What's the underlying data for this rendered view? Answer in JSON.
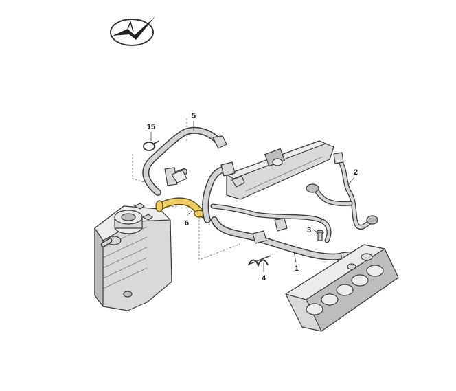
{
  "logo": {
    "icon": "vw-audi-check-emblem-icon"
  },
  "callouts": [
    {
      "id": "c1",
      "label": "1",
      "highlight": false
    },
    {
      "id": "c2",
      "label": "2",
      "highlight": false
    },
    {
      "id": "c3",
      "label": "3",
      "highlight": false
    },
    {
      "id": "c4",
      "label": "4",
      "highlight": false
    },
    {
      "id": "c5",
      "label": "5",
      "highlight": false
    },
    {
      "id": "c6",
      "label": "6",
      "highlight": true
    },
    {
      "id": "c15",
      "label": "15",
      "highlight": false
    }
  ],
  "colors": {
    "highlight": "#f0cf62",
    "outline": "#3a3a3a",
    "part_fill": "#d9d9d9"
  }
}
